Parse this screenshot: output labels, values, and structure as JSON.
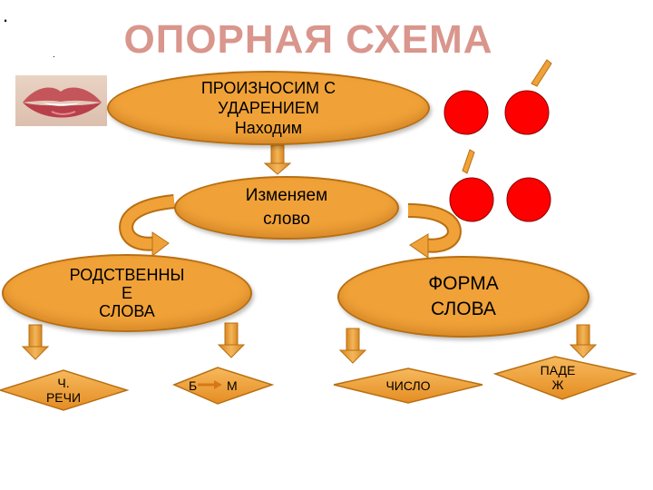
{
  "header": {
    "dot_top": ".",
    "dot_small": ".",
    "title": "ОПОРНАЯ СХЕМА"
  },
  "nodes": {
    "pronounce": {
      "line1": "ПРОИЗНОСИМ С",
      "line2": "УДАРЕНИЕМ",
      "line3": "Находим"
    },
    "change": {
      "line1": "Изменяем",
      "line2": "слово"
    },
    "related": {
      "line1": "РОДСТВЕННЫ",
      "line2": "Е",
      "line3": "СЛОВА"
    },
    "form": {
      "line1": "ФОРМА",
      "line2": "СЛОВА"
    },
    "part_of_speech": {
      "line1": "Ч.",
      "line2": "РЕЧИ"
    },
    "b_to_m": {
      "from": "Б",
      "to": "М"
    },
    "number": {
      "label": "ЧИСЛО"
    },
    "case": {
      "line1": "ПАДЕ",
      "line2": "Ж"
    }
  },
  "colors": {
    "oval_fill": "#f0a238",
    "oval_border": "#b86f12",
    "title": "#d9968c",
    "circle": "#ff0000",
    "accent_mark": "#f0a238"
  },
  "icons": {
    "lips": "lips-photo",
    "stress_circles": "stress-mark-circles"
  }
}
